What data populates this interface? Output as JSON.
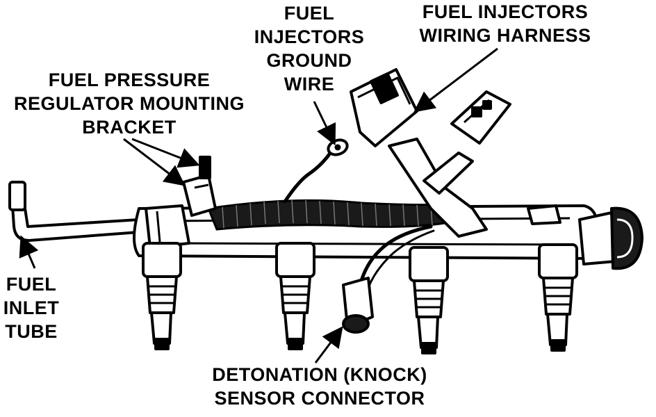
{
  "labels": {
    "fuel_injectors_ground_wire": [
      "FUEL",
      "INJECTORS",
      "GROUND",
      "WIRE"
    ],
    "fuel_injectors_wiring_harness": [
      "FUEL INJECTORS",
      "WIRING HARNESS"
    ],
    "fuel_pressure_regulator_bracket": [
      "FUEL PRESSURE",
      "REGULATOR MOUNTING",
      "BRACKET"
    ],
    "fuel_inlet_tube": [
      "FUEL",
      "INLET",
      "TUBE"
    ],
    "knock_sensor_connector": [
      "DETONATION (KNOCK)",
      "SENSOR CONNECTOR"
    ]
  },
  "colors": {
    "ink": "#000000",
    "paper": "#ffffff",
    "shade": "#3a3a3a"
  }
}
